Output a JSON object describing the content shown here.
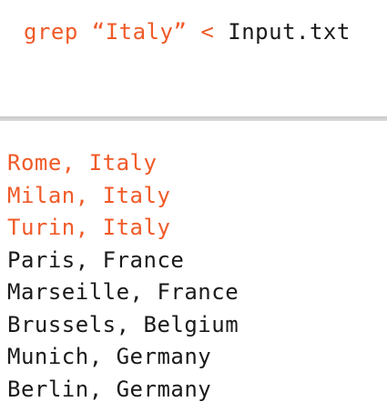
{
  "colors": {
    "match": "#f05a28",
    "normal": "#1a1a1a",
    "divider": "#cccccc"
  },
  "command": {
    "program": "grep",
    "pattern": "“Italy”",
    "redirect": "<",
    "file": "Input.txt"
  },
  "lines": [
    {
      "text": "Rome, Italy",
      "match": true
    },
    {
      "text": "Milan, Italy",
      "match": true
    },
    {
      "text": "Turin, Italy",
      "match": true
    },
    {
      "text": "Paris, France",
      "match": false
    },
    {
      "text": "Marseille, France",
      "match": false
    },
    {
      "text": "Brussels, Belgium",
      "match": false
    },
    {
      "text": "Munich, Germany",
      "match": false
    },
    {
      "text": "Berlin, Germany",
      "match": false
    }
  ]
}
